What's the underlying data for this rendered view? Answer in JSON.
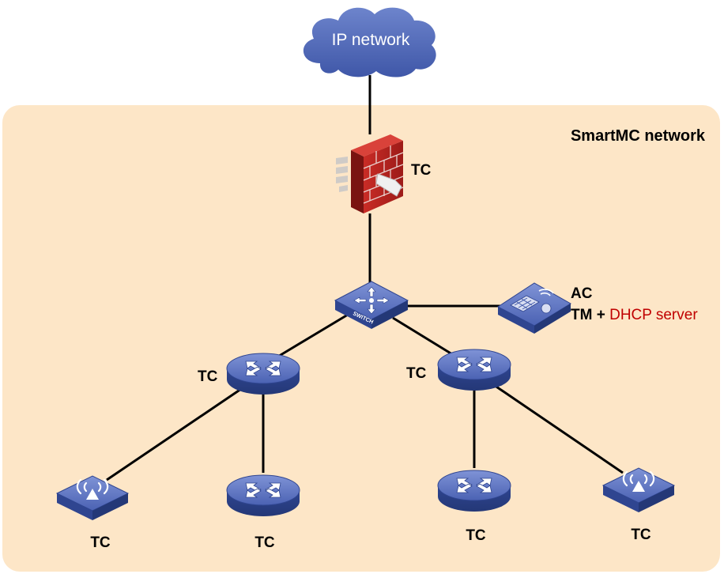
{
  "colors": {
    "region_fill": "#fde6c7",
    "link": "#000000",
    "device_blue": "#3f57a8",
    "firewall_red": "#b3201e",
    "dhcp_text": "#c00000",
    "cloud": "#4a63b2"
  },
  "cloud": {
    "label": "IP network",
    "icon": "cloud-icon"
  },
  "region": {
    "title": "SmartMC network"
  },
  "devices": {
    "firewall": {
      "label": "TC",
      "icon": "firewall-icon"
    },
    "core_switch": {
      "badge": "SWITCH",
      "icon": "layer3-switch-icon"
    },
    "controller": {
      "line1": "AC",
      "line2_prefix": "TM + ",
      "line2_highlight": "DHCP server",
      "icon": "access-controller-icon"
    },
    "switch_left": {
      "label": "TC",
      "icon": "router-icon"
    },
    "switch_right": {
      "label": "TC",
      "icon": "router-icon"
    },
    "ap_left": {
      "label": "TC",
      "icon": "wireless-ap-icon"
    },
    "switch_bottom_left": {
      "label": "TC",
      "icon": "router-icon"
    },
    "switch_bottom_right": {
      "label": "TC",
      "icon": "router-icon"
    },
    "ap_right": {
      "label": "TC",
      "icon": "wireless-ap-icon"
    }
  }
}
